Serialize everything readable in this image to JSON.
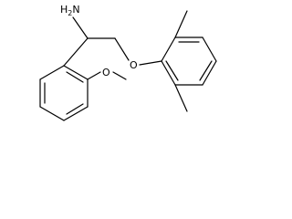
{
  "molecule": {
    "atoms": {
      "amine": "H2N",
      "ether_oxygen": "O",
      "methoxy_oxygen": "O"
    }
  },
  "colors": {
    "background": "#ffffff",
    "bond": "#000000",
    "label": "#000000"
  }
}
